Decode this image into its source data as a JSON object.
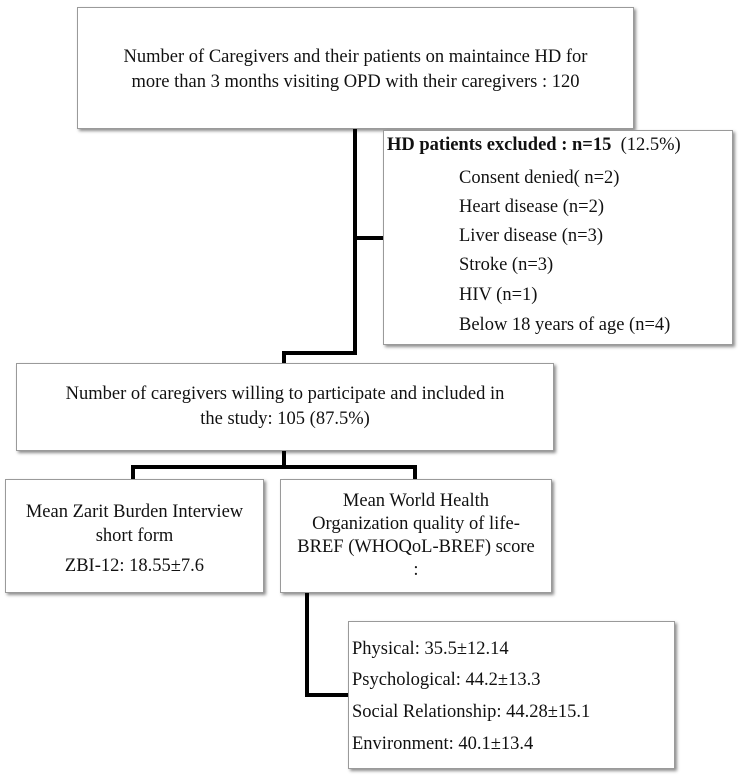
{
  "top_box": {
    "line1": "Number of Caregivers and their patients on maintaince HD for",
    "line2": "more than 3 months visiting OPD with their caregivers : 120"
  },
  "excluded_box": {
    "heading_bold": "HD patients excluded : n=15",
    "heading_pct": "(12.5%)",
    "items": [
      "Consent denied( n=2)",
      "Heart disease (n=2)",
      "Liver disease (n=3)",
      "Stroke (n=3)",
      "HIV (n=1)",
      "Below 18 years of age (n=4)"
    ]
  },
  "included_box": {
    "line1": "Number of caregivers willing to participate and included in",
    "line2": "the study: 105 (87.5%)"
  },
  "zarit_box": {
    "line1": "Mean Zarit Burden Interview",
    "line2": "short form",
    "line3": "ZBI-12:  18.55±7.6"
  },
  "whoqol_box": {
    "line1": "Mean World Health",
    "line2": "Organization quality of life-",
    "line3": "BREF (WHOQoL-BREF) score",
    "line4": ":"
  },
  "scores_box": {
    "items": [
      "Physical: 35.5±12.14",
      "Psychological: 44.2±13.3",
      "Social Relationship: 44.28±15.1",
      "Environment: 40.1±13.4"
    ]
  }
}
